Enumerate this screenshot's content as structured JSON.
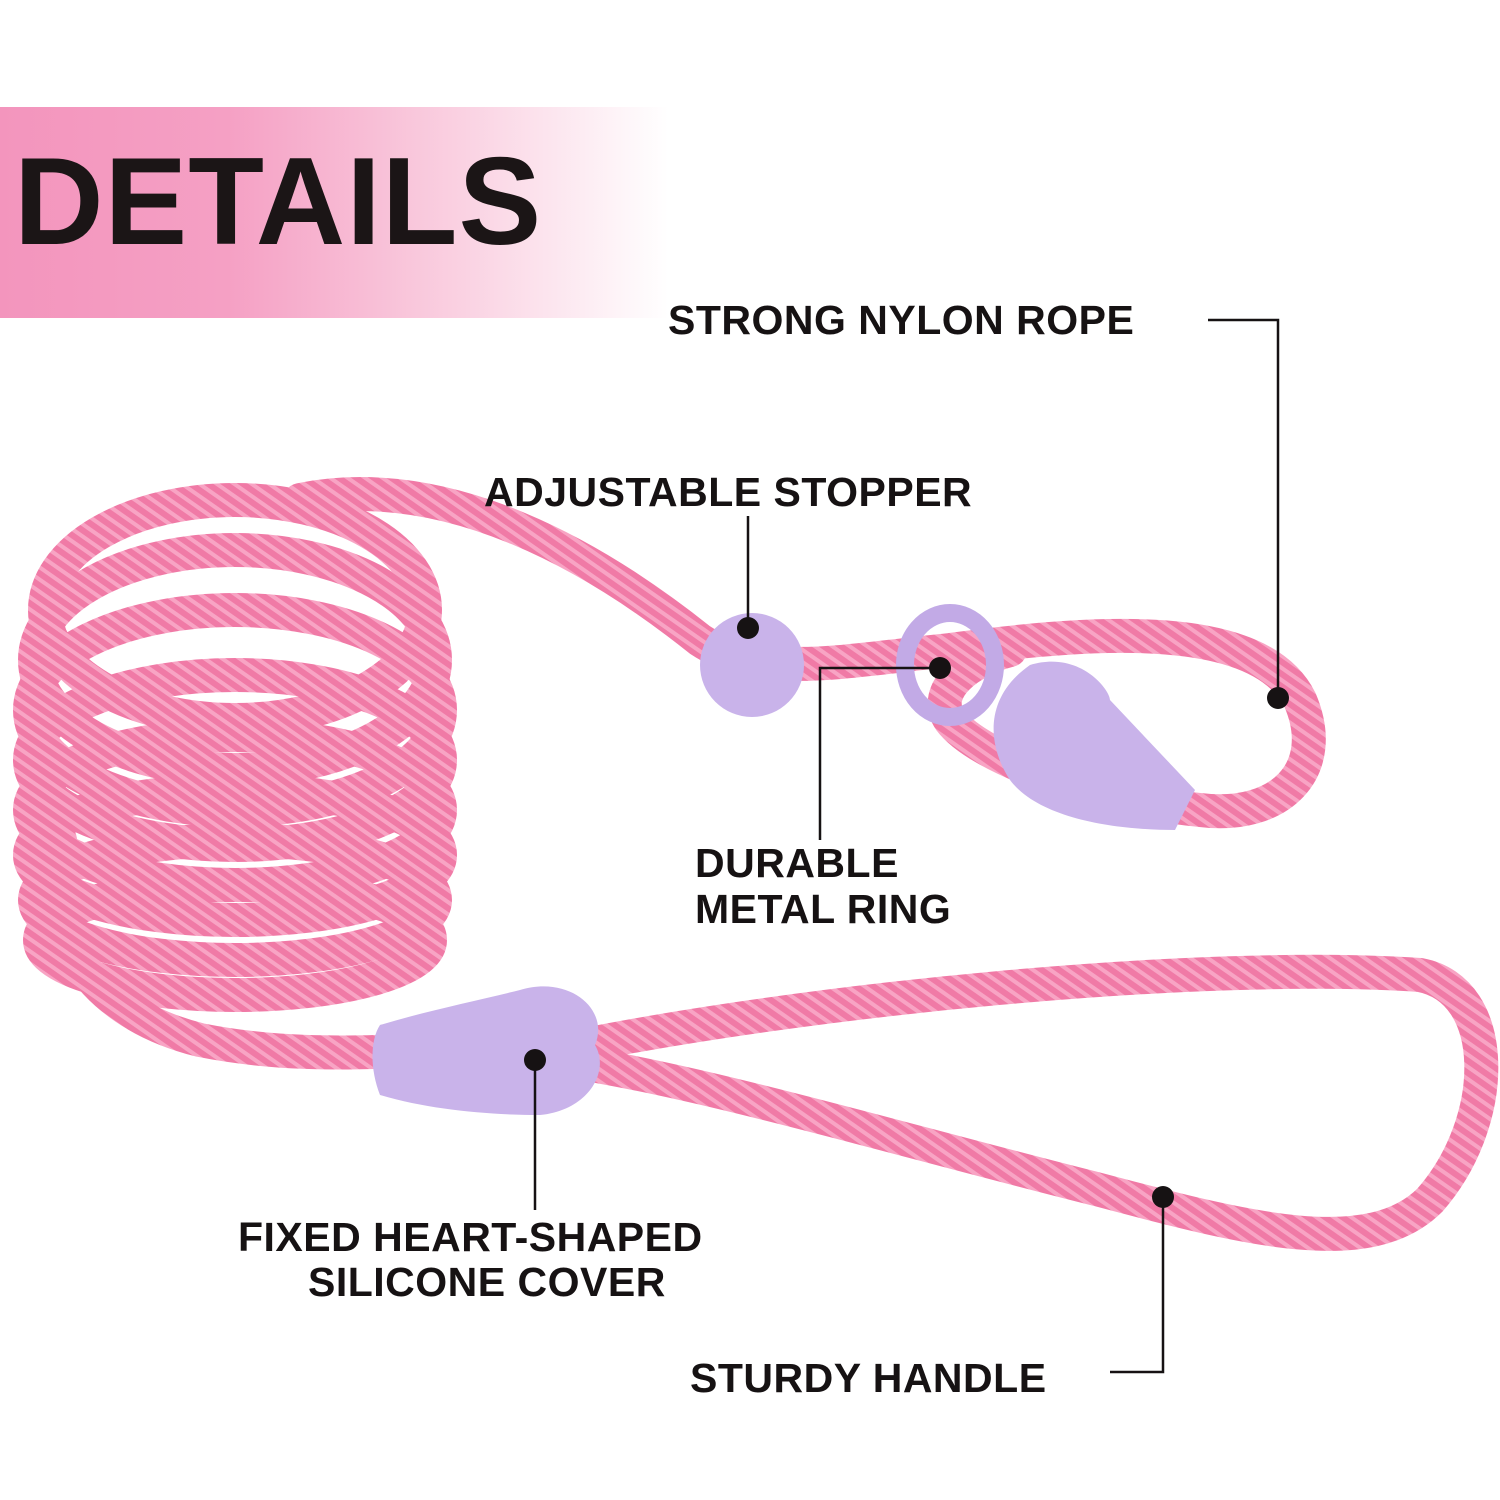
{
  "header": {
    "title": "DETAILS"
  },
  "callouts": {
    "rope": "STRONG NYLON ROPE",
    "stopper": "ADJUSTABLE STOPPER",
    "ring_line1": "DURABLE",
    "ring_line2": "METAL RING",
    "cover_line1": "FIXED HEART-SHAPED",
    "cover_line2": "SILICONE COVER",
    "handle": "STURDY HANDLE"
  },
  "colors": {
    "rope": "#f07aa6",
    "silicone": "#c9b3ea",
    "banner": "#f395bd",
    "text": "#161213"
  }
}
